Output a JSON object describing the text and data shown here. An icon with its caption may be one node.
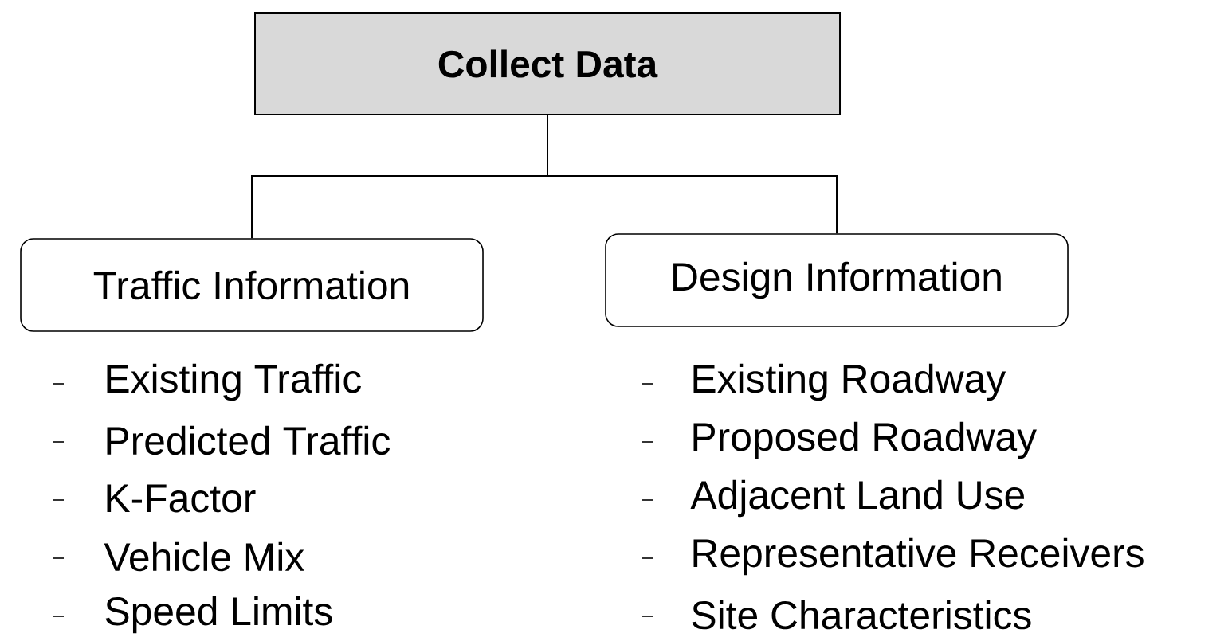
{
  "diagram": {
    "nodes": [
      {
        "text": [
          "Collect Data"
        ]
      },
      {
        "text": [
          "Traffic Information"
        ],
        "beside": [
          "Existing Traffic",
          "Predicted Traffic",
          "K-Factor",
          "Vehicle Mix",
          "Speed Limits"
        ]
      },
      {
        "text": [
          "Design Information"
        ],
        "beside": [
          "Existing Roadway",
          "Proposed Roadway",
          "Adjacent Land Use",
          "Representative Receivers",
          "Site Characteristics"
        ]
      }
    ],
    "edges": [
      {
        "from": 0,
        "to": 1,
        "arrow": "none"
      },
      {
        "from": 0,
        "to": 2,
        "arrow": "none"
      }
    ]
  }
}
